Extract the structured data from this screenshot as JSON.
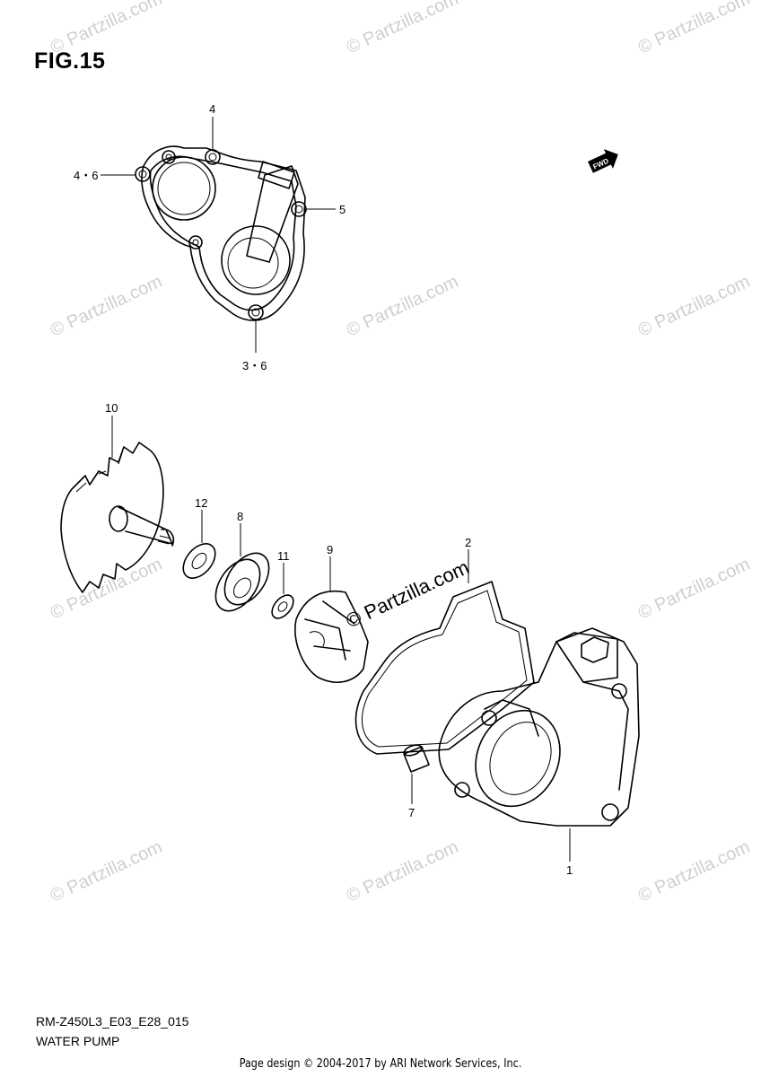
{
  "figure": {
    "title": "FIG.15"
  },
  "watermark": {
    "text": "© Partzilla.com"
  },
  "fwd_badge": {
    "text": "FWD"
  },
  "callouts": {
    "c4": "4",
    "c4_6": "4・6",
    "c5": "5",
    "c3_6": "3・6",
    "c10": "10",
    "c12": "12",
    "c8": "8",
    "c11": "11",
    "c9": "9",
    "c2": "2",
    "c7": "7",
    "c1": "1"
  },
  "footer": {
    "code": "RM-Z450L3_E03_E28_015",
    "name": "WATER PUMP",
    "credit": "Page design © 2004-2017 by ARI Network Services, Inc."
  }
}
